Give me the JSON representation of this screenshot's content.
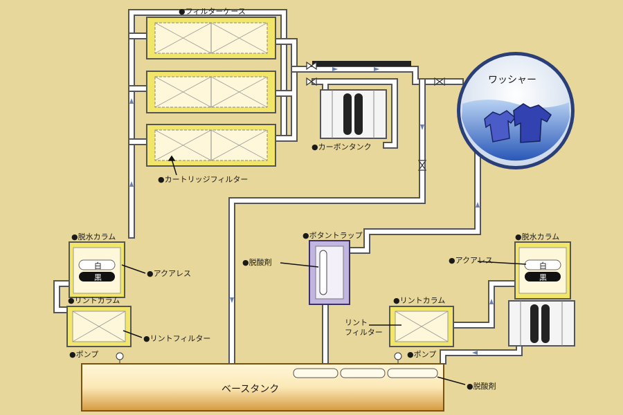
{
  "labels": {
    "filter_case": "●フィルターケース",
    "cartridge_filter": "●カートリッジフィルター",
    "carbon_tank": "●カーボンタンク",
    "washer": "ワッシャー",
    "dehydration_column_left": "●脱水カラム",
    "aqualess_left": "●アクアレス",
    "white_left": "白",
    "black_left": "黒",
    "lint_column_left": "●リントカラム",
    "lint_filter_left": "●リントフィルター",
    "pump_left": "●ポンプ",
    "button_trap": "●ボタントラップ",
    "deacidifier_mid": "●脱酸剤",
    "dehydration_column_right": "●脱水カラム",
    "aqualess_right": "●アクアレス",
    "white_right": "白",
    "black_right": "黒",
    "lint_column_right": "●リントカラム",
    "lint_filter_right_1": "リント",
    "lint_filter_right_2": "フィルター",
    "pump_right": "●ポンプ",
    "base_tank": "ベースタンク",
    "deacidifier_bottom": "●脱酸剤"
  },
  "colors": {
    "background": "#e8d79a",
    "filter_frame": "#e8e04a",
    "pipe": "#ffffff",
    "tank": "#d9a24a",
    "washer_water": "#2c4fa8",
    "trap": "#b9a9d8"
  }
}
